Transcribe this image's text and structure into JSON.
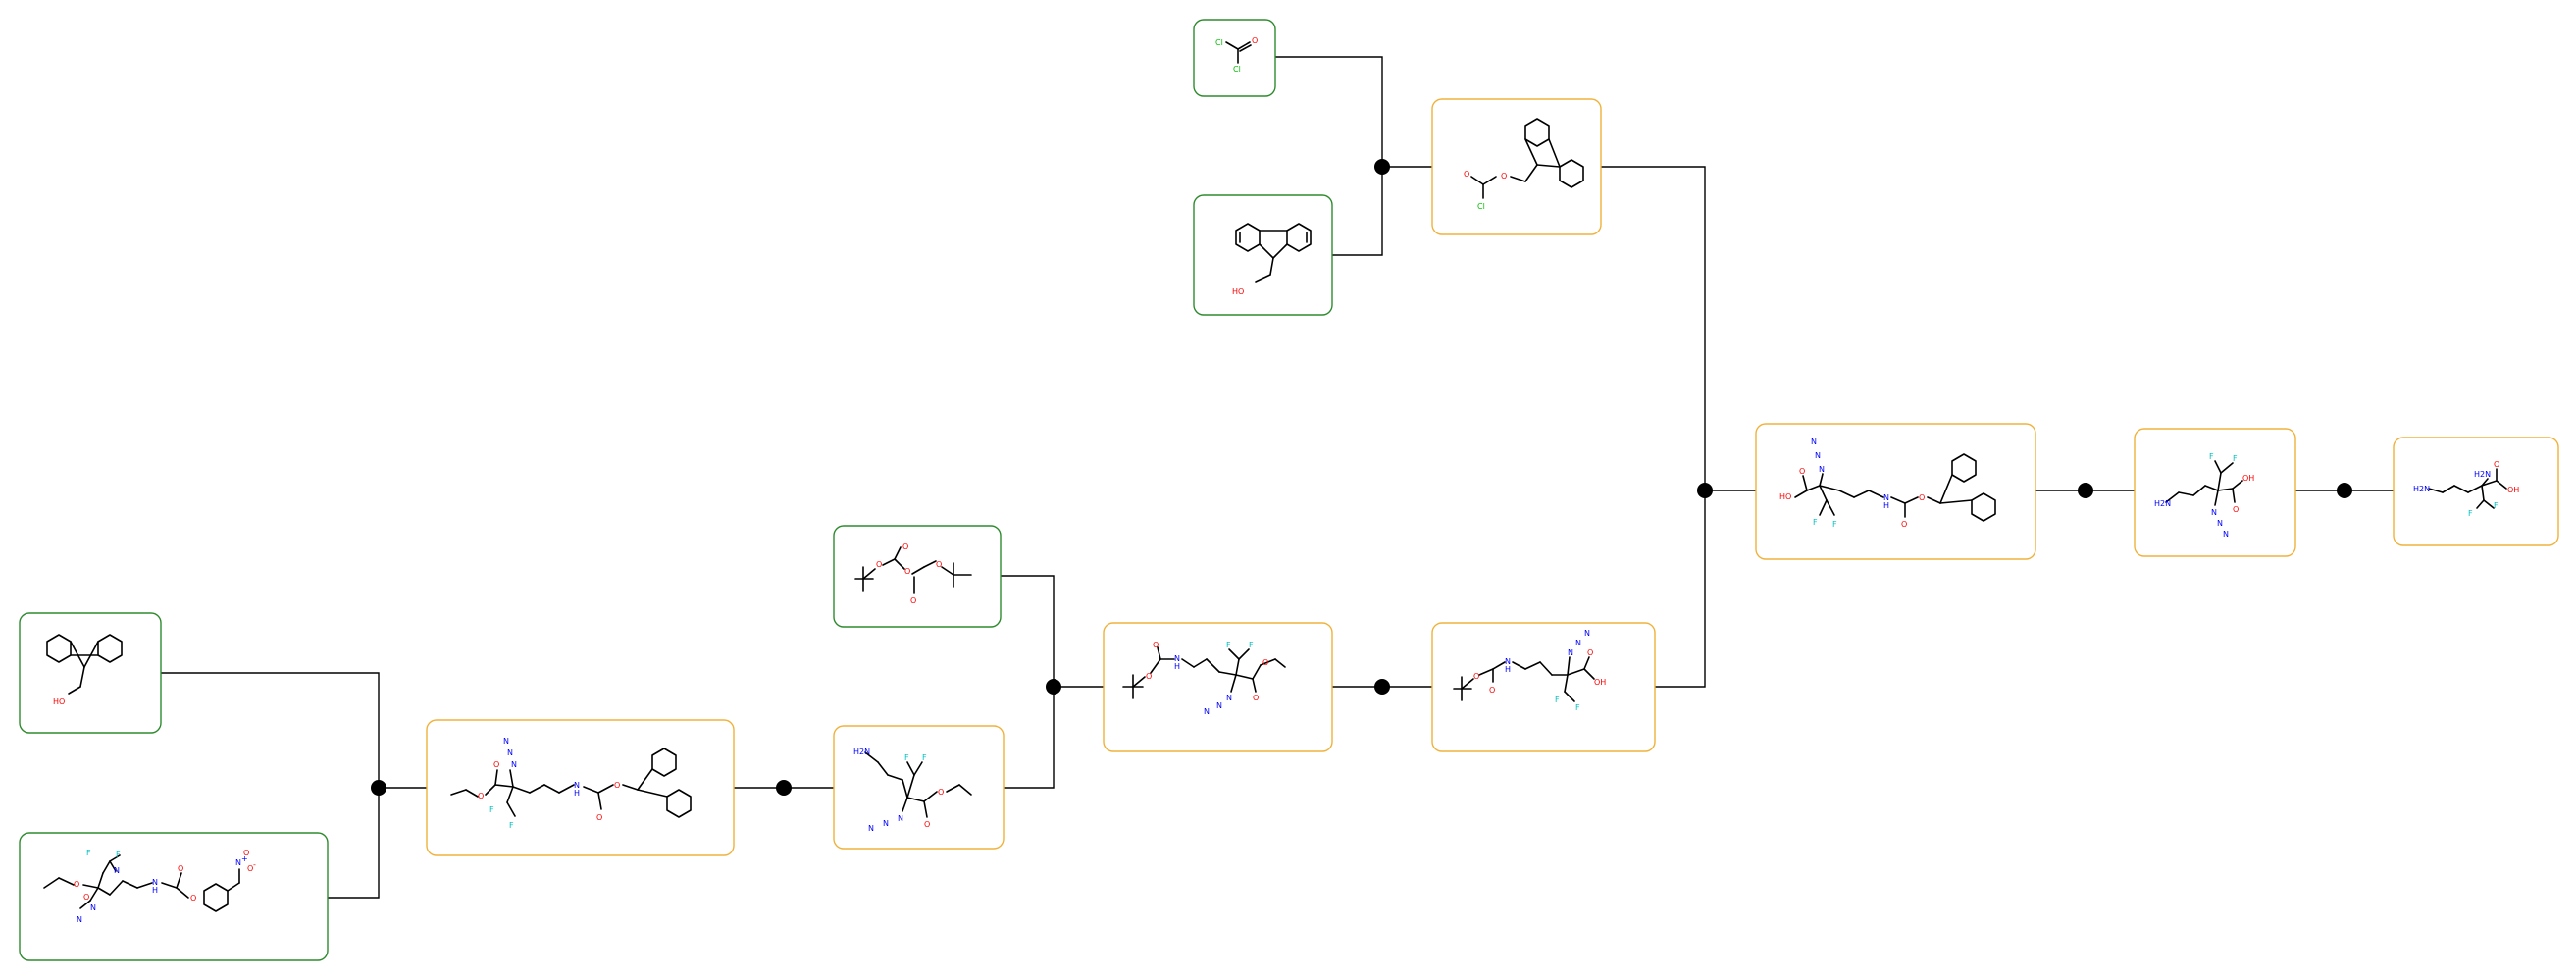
{
  "colors": {
    "starting_material_border": "#2e8b2e",
    "intermediate_border": "#f0b23c",
    "connector": "#000000",
    "atom_O": "#ff0000",
    "atom_N": "#0000ff",
    "atom_F": "#00bfbf",
    "atom_Cl": "#00bf00",
    "bond": "#000000"
  },
  "nodes": [
    {
      "id": "phosgene",
      "kind": "starting-material",
      "atoms": {
        "cl1": "Cl",
        "cl2": "Cl",
        "o1": "O"
      }
    },
    {
      "id": "fluorenylmethanol-top",
      "kind": "starting-material",
      "atoms": {
        "oh": "HO"
      }
    },
    {
      "id": "fmoc-chloride",
      "kind": "intermediate",
      "atoms": {
        "o1": "O",
        "o2": "O",
        "cl": "Cl"
      }
    },
    {
      "id": "boc-anhydride",
      "kind": "starting-material",
      "atoms": {
        "o1": "O",
        "o2": "O",
        "o3": "O",
        "o4": "O",
        "o5": "O"
      }
    },
    {
      "id": "fluorenylmethanol-left",
      "kind": "starting-material",
      "atoms": {
        "oh": "HO"
      }
    },
    {
      "id": "nitrophenyl-carbamate",
      "kind": "starting-material",
      "atoms": {
        "f1": "F",
        "f2": "F",
        "o1": "O",
        "o2": "O",
        "n1": "N",
        "n2": "N",
        "n3": "N",
        "nh": "N",
        "h": "H",
        "o3": "O",
        "o4": "O",
        "no2n": "N",
        "no2o1": "O",
        "no2o2": "O",
        "plus": "+",
        "minus": "-"
      }
    },
    {
      "id": "fmoc-azido-ester",
      "kind": "intermediate",
      "atoms": {
        "n1": "N",
        "n2": "N",
        "n3": "N",
        "o1": "O",
        "o2": "O",
        "f1": "F",
        "f2": "F",
        "nh": "N",
        "h": "H",
        "o3": "O",
        "o4": "O"
      }
    },
    {
      "id": "amino-azido-ester",
      "kind": "intermediate",
      "atoms": {
        "nh2": "H2N",
        "f1": "F",
        "f2": "F",
        "o1": "O",
        "o2": "O",
        "n1": "N",
        "n2": "N",
        "n3": "N"
      }
    },
    {
      "id": "boc-azido-ester",
      "kind": "intermediate",
      "atoms": {
        "o1": "O",
        "o2": "O",
        "nh": "N",
        "h": "H",
        "f1": "F",
        "f2": "F",
        "o3": "O",
        "o4": "O",
        "n1": "N",
        "n2": "N",
        "n3": "N"
      }
    },
    {
      "id": "boc-azido-acid",
      "kind": "intermediate",
      "atoms": {
        "o1": "O",
        "o2": "O",
        "nh": "N",
        "h": "H",
        "n1": "N",
        "n2": "N",
        "n3": "N",
        "o3": "O",
        "oh": "OH",
        "f1": "F",
        "f2": "F"
      }
    },
    {
      "id": "fmoc-azido-acid",
      "kind": "intermediate",
      "atoms": {
        "n1": "N",
        "n2": "N",
        "n3": "N",
        "o1": "O",
        "oh": "HO",
        "f1": "F",
        "f2": "F",
        "nh": "N",
        "h": "H",
        "o2": "O",
        "o3": "O"
      }
    },
    {
      "id": "amino-azido-acid",
      "kind": "intermediate",
      "atoms": {
        "nh2": "H2N",
        "f1": "F",
        "f2": "F",
        "n1": "N",
        "n2": "N",
        "n3": "N",
        "o1": "O",
        "oh": "OH"
      }
    },
    {
      "id": "diamino-acid",
      "kind": "intermediate",
      "atoms": {
        "nh2a": "H2N",
        "nh2b": "H2N",
        "o1": "O",
        "oh": "OH",
        "f1": "F",
        "f2": "F"
      }
    }
  ],
  "reactions": [
    {
      "id": "rxn-fmoc-cl",
      "reactants": [
        "phosgene",
        "fluorenylmethanol-top"
      ],
      "product": "fmoc-chloride"
    },
    {
      "id": "rxn-carbamate",
      "reactants": [
        "fluorenylmethanol-left",
        "nitrophenyl-carbamate"
      ],
      "product": "fmoc-azido-ester"
    },
    {
      "id": "rxn-deprotect-1",
      "reactants": [
        "fmoc-azido-ester"
      ],
      "product": "amino-azido-ester"
    },
    {
      "id": "rxn-boc",
      "reactants": [
        "boc-anhydride",
        "amino-azido-ester"
      ],
      "product": "boc-azido-ester"
    },
    {
      "id": "rxn-hydrolysis",
      "reactants": [
        "boc-azido-ester"
      ],
      "product": "boc-azido-acid"
    },
    {
      "id": "rxn-fmoc-acid",
      "reactants": [
        "fmoc-chloride",
        "boc-azido-acid"
      ],
      "product": "fmoc-azido-acid"
    },
    {
      "id": "rxn-deprotect-2",
      "reactants": [
        "fmoc-azido-acid"
      ],
      "product": "amino-azido-acid"
    },
    {
      "id": "rxn-reduce",
      "reactants": [
        "amino-azido-acid"
      ],
      "product": "diamino-acid"
    }
  ]
}
